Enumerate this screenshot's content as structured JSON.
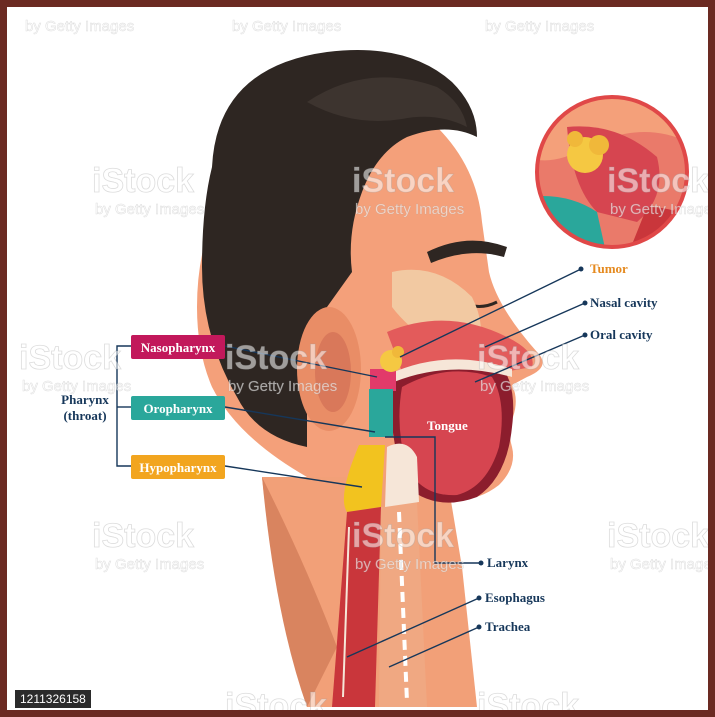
{
  "labels": {
    "tumor": "Tumor",
    "nasal_cavity": "Nasal cavity",
    "oral_cavity": "Oral cavity",
    "tongue": "Tongue",
    "larynx": "Larynx",
    "esophagus": "Esophagus",
    "trachea": "Trachea",
    "pharynx_line1": "Pharynx",
    "pharynx_line2": "(throat)"
  },
  "regions": {
    "nasopharynx": "Nasopharynx",
    "oropharynx": "Oropharynx",
    "hypopharynx": "Hypopharynx"
  },
  "colors": {
    "nasopharynx": "#c2185b",
    "oropharynx": "#2aa79b",
    "hypopharynx": "#f2a51f",
    "tumor": "#e58a1f",
    "label_text": "#16375a",
    "skin": "#f4a07a",
    "hair": "#2e2622",
    "frame": "#6b2a22"
  },
  "watermark": {
    "brand": "iStock",
    "credit": "by Getty Images",
    "image_id": "1211326158"
  }
}
